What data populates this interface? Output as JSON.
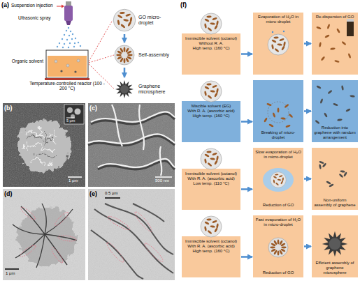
{
  "diagram": {
    "nodes": [
      {
        "text": [
          "GO micro-droplet"
        ]
      },
      {
        "text": [
          "Self-assembly"
        ]
      },
      {
        "text": [
          "Graphene microsphere"
        ]
      },
      {
        "text": [
          "Immiscible solvent (octanol)",
          "Without R. A.",
          "High temp. (160 °C)"
        ]
      },
      {
        "text": [
          "Evaporation of H₂O in micro-droplet"
        ]
      },
      {
        "text": [
          "Re-dispersion of GO"
        ]
      },
      {
        "text": [
          "Miscible solvent (EG)",
          "With R. A. (ascorbic acid)",
          "High temp. (160 °C)"
        ]
      },
      {
        "text": [
          "Breaking of micro-droplet"
        ]
      },
      {
        "text": [
          "Reduction into graphene with random arrangement"
        ]
      },
      {
        "text": [
          "Immiscible solvent (octanol)",
          "With R. A. (ascorbic acid)",
          "Low temp. (110 °C)"
        ]
      },
      {
        "text": [
          "Slow evaporation of H₂O in micro-droplet",
          "Reduction of GO"
        ]
      },
      {
        "text": [
          "Non-uniform assembly of graphene"
        ]
      },
      {
        "text": [
          "Immiscible solvent (octanol)",
          "With R. A. (ascorbic acid)",
          "High temp. (160 °C)"
        ]
      },
      {
        "text": [
          "Fast evaporation of H₂O in micro-droplet",
          "Reduction of GO"
        ]
      },
      {
        "text": [
          "Efficient assembly of graphene microsphere"
        ]
      }
    ],
    "edges": [
      {
        "from": 0,
        "to": 1,
        "arrow": "to"
      },
      {
        "from": 1,
        "to": 2,
        "arrow": "to"
      },
      {
        "from": 3,
        "to": 4,
        "arrow": "to"
      },
      {
        "from": 4,
        "to": 5,
        "arrow": "to"
      },
      {
        "from": 6,
        "to": 7,
        "arrow": "to"
      },
      {
        "from": 7,
        "to": 8,
        "arrow": "to"
      },
      {
        "from": 9,
        "to": 10,
        "arrow": "to"
      },
      {
        "from": 10,
        "to": 11,
        "arrow": "to"
      },
      {
        "from": 12,
        "to": 13,
        "arrow": "to"
      },
      {
        "from": 13,
        "to": 14,
        "arrow": "to"
      }
    ],
    "labels": [
      "(a)",
      "Suspension injection",
      "Ultrasonic spray",
      "Organic solvent",
      "Temperature-controlled reactor (100 - 200 °C)",
      "(b)",
      "5 μm",
      "1 μm",
      "(c)",
      "500 nm",
      "(d)",
      "1 μm",
      "(e)",
      "0.5 μm",
      "(f)"
    ]
  }
}
